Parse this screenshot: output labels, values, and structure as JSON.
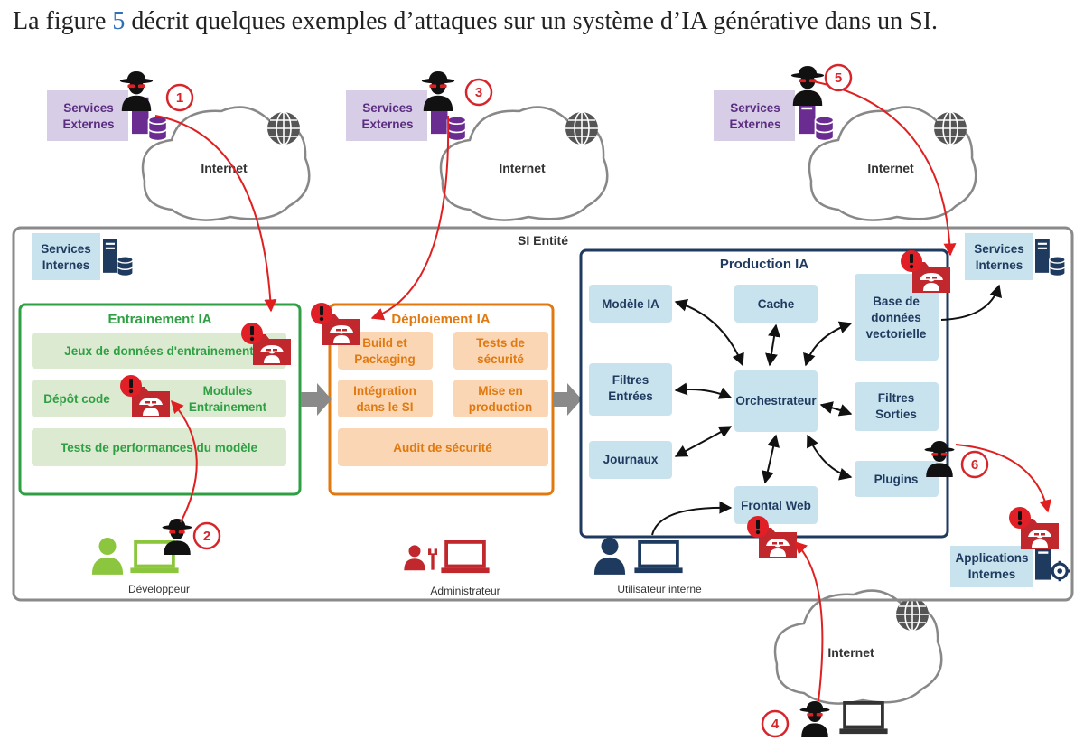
{
  "caption": {
    "before": "La figure ",
    "ref": "5",
    "after": " décrit quelques exemples d’attaques sur un système d’IA générative dans un SI."
  },
  "clouds": {
    "label": "Internet"
  },
  "external_services": {
    "line1": "Services",
    "line2": "Externes"
  },
  "internal_services": {
    "line1": "Services",
    "line2": "Internes"
  },
  "si": {
    "title": "SI Entité"
  },
  "training": {
    "title": "Entrainement IA",
    "datasets": "Jeux de données d'entrainement",
    "code_repo": "Dépôt code",
    "modules_line1": "Modules",
    "modules_line2": "Entrainement",
    "perf_tests": "Tests de performances du modèle"
  },
  "deployment": {
    "title": "Déploiement IA",
    "build_line1": "Build et",
    "build_line2": "Packaging",
    "sectests_line1": "Tests de",
    "sectests_line2": "sécurité",
    "integration_line1": "Intégration",
    "integration_line2": "dans le SI",
    "prod_line1": "Mise en",
    "prod_line2": "production",
    "audit": "Audit de sécurité"
  },
  "production": {
    "title": "Production IA",
    "model": "Modèle IA",
    "cache": "Cache",
    "vectordb_line1": "Base de",
    "vectordb_line2": "données",
    "vectordb_line3": "vectorielle",
    "input_filters_line1": "Filtres",
    "input_filters_line2": "Entrées",
    "orchestrator": "Orchestrateur",
    "output_filters_line1": "Filtres",
    "output_filters_line2": "Sorties",
    "logs": "Journaux",
    "plugins": "Plugins",
    "frontend": "Frontal Web"
  },
  "internal_apps": {
    "line1": "Applications",
    "line2": "Internes"
  },
  "people": {
    "developer": "Développeur",
    "admin": "Administrateur",
    "internal_user": "Utilisateur interne"
  },
  "attack_numbers": [
    "1",
    "2",
    "3",
    "4",
    "5",
    "6"
  ],
  "colors": {
    "attack": "#d6262b",
    "green": "#2ea043",
    "orange": "#e07a10",
    "navy": "#1f3a5f",
    "light_blue": "#c8e3ee",
    "purple": "#d8cde6"
  }
}
